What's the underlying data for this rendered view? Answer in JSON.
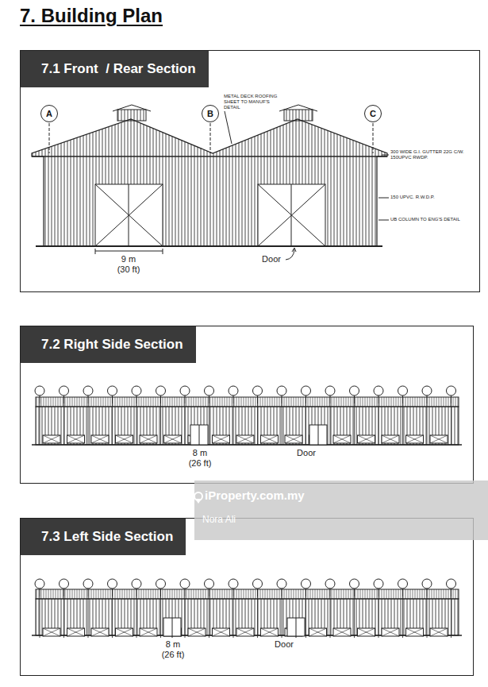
{
  "diagram": {
    "title": "7. Building Plan",
    "nodes": [
      {
        "text": [
          "7.1 Front  / Rear Section"
        ]
      },
      {
        "text": [
          "A"
        ],
        "in": 0
      },
      {
        "text": [
          "B"
        ],
        "in": 0
      },
      {
        "text": [
          "C"
        ],
        "in": 0
      },
      {
        "text": [
          "7.2 Right Side Section"
        ]
      },
      {
        "text": [
          "7.3 Left Side Section"
        ]
      }
    ],
    "labels": [
      "METAL DECK ROOFING SHEET TO MANUF'S DETAIL",
      "300 WIDE G.I. GUTTER 22G C/W. 150UPVC RWDP.",
      "150 UPVC. R.W.D.P.",
      "UB COLUMN TO ENG'S DETAIL",
      "9 m",
      "(30 ft)",
      "Door",
      "8 m",
      "(26 ft)",
      "Door",
      "8 m",
      "(26 ft)",
      "Door",
      "iProperty.com.my",
      "Nora Ali"
    ]
  }
}
